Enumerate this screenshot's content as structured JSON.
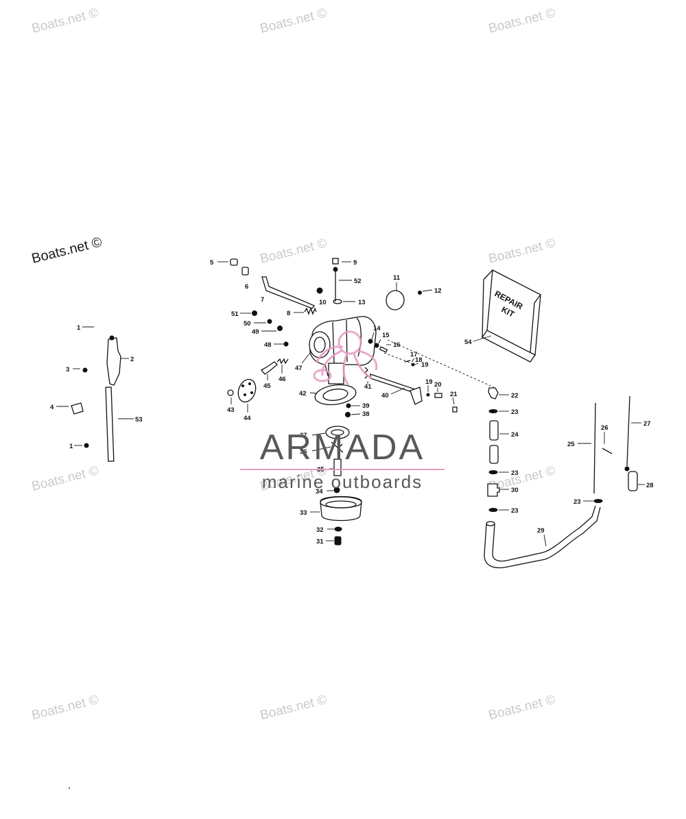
{
  "watermark": {
    "text": "Boats.net ©",
    "color": "#c9c9c9"
  },
  "brand": {
    "name": "ARMADA",
    "tagline": "marine outboards",
    "text_color": "#585858",
    "underline_color": "#e79ac1",
    "logo_color": "#e79ac1"
  },
  "repair_kit": {
    "line1": "REPAIR",
    "line2": "KIT"
  },
  "labels": {
    "l1a": "1",
    "l1b": "1",
    "l2": "2",
    "l3": "3",
    "l4": "4",
    "l5": "5",
    "l6": "6",
    "l7": "7",
    "l8": "8",
    "l9": "9",
    "l10": "10",
    "l11": "11",
    "l12": "12",
    "l13": "13",
    "l14": "14",
    "l15": "15",
    "l16": "16",
    "l17": "17",
    "l18": "18",
    "l19a": "19",
    "l19b": "19",
    "l20": "20",
    "l21": "21",
    "l22": "22",
    "l23a": "23",
    "l23b": "23",
    "l23c": "23",
    "l23d": "23",
    "l24": "24",
    "l25": "25",
    "l26": "26",
    "l27": "27",
    "l28": "28",
    "l29": "29",
    "l30": "30",
    "l31": "31",
    "l32": "32",
    "l33": "33",
    "l34": "34",
    "l35": "35",
    "l36": "36",
    "l37": "37",
    "l38": "38",
    "l39": "39",
    "l40": "40",
    "l41": "41",
    "l42": "42",
    "l43": "43",
    "l44": "44",
    "l45": "45",
    "l46": "46",
    "l47": "47",
    "l48": "48",
    "l49": "49",
    "l50": "50",
    "l51": "51",
    "l52": "52",
    "l53": "53",
    "l54": "54"
  }
}
